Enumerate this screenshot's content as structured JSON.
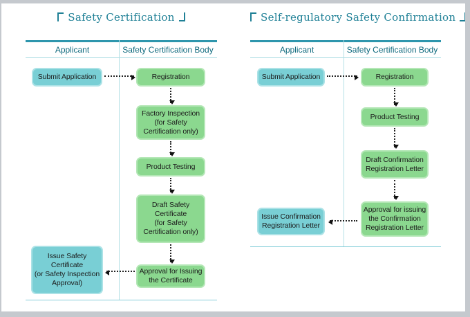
{
  "page": {
    "background": "#ffffff",
    "frame_color": "#c5c9ce"
  },
  "colors": {
    "accent_teal": "#2e96ad",
    "header_underline": "#a6dbe2",
    "column_divider": "#b3dfe5",
    "bottom_rule": "#85ced9",
    "title_text": "#1f8096",
    "header_text": "#0f6a7e",
    "teal_box_fill": "#79cfd5",
    "teal_box_border": "#ace2e6",
    "green_box_fill": "#8bd88f",
    "green_box_border": "#b4e7b6",
    "arrow": "#111111",
    "box_text": "#1c1c1c"
  },
  "left_chart": {
    "title": "Safety Certification",
    "columns": {
      "applicant": "Applicant",
      "body": "Safety Certification Body"
    },
    "steps": {
      "submit": "Submit Application",
      "registration": "Registration",
      "factory_inspection": "Factory Inspection\n(for Safety\nCertification only)",
      "product_testing": "Product Testing",
      "draft_certificate": "Draft Safety\nCertificate\n(for Safety\nCertification only)",
      "approval": "Approval for Issuing\nthe Certificate",
      "issue": "Issue Safety\nCertificate\n(or Safety Inspection\nApproval)"
    }
  },
  "right_chart": {
    "title": "Self-regulatory Safety Confirmation",
    "columns": {
      "applicant": "Applicant",
      "body": "Safety Certification Body"
    },
    "steps": {
      "submit": "Submit Application",
      "registration": "Registration",
      "product_testing": "Product Testing",
      "draft_letter": "Draft Confirmation\nRegistration Letter",
      "approval": "Approval for issuing\nthe Confirmation\nRegistration Letter",
      "issue": "Issue Confirmation\nRegistration Letter"
    }
  }
}
